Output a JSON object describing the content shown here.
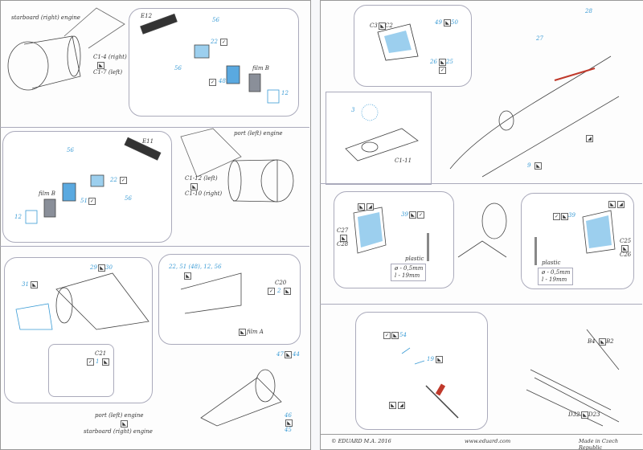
{
  "left_page": {
    "starboard_engine_title": "starboard (right) engine",
    "c1_4": "C1-4 (right)",
    "c1_7": "C1-7 (left)",
    "e12": "E12",
    "p56a": "56",
    "p56b": "56",
    "p22a": "22",
    "p48": "48",
    "filmB_a": "film B",
    "p12a": "12",
    "port_engine_title": "port (left) engine",
    "e11": "E11",
    "p56c": "56",
    "p56d": "56",
    "p22b": "22",
    "p51": "51",
    "filmB_b": "film B",
    "p12b": "12",
    "c1_12": "C1-12 (left)",
    "c1_10": "C1-10 (right)",
    "p29_30": [
      "29",
      "30"
    ],
    "p31": "31",
    "c21": "C21",
    "p1": "1",
    "callout_list": "22, 51 (48), 12, 56",
    "c20": "C20",
    "p2": "2",
    "filmA": "film A",
    "p47_44": [
      "47",
      "44"
    ],
    "p46_45": [
      "46",
      "45"
    ],
    "port_label": "port (left) engine",
    "starboard_label": "starboard (right) engine"
  },
  "right_page": {
    "c3_c2": [
      "C3",
      "C2"
    ],
    "p49_50": [
      "49",
      "50"
    ],
    "p26_25": [
      "26",
      "25"
    ],
    "p27": "27",
    "p28": "28",
    "p3": "3",
    "c1_11": "C1-11",
    "p9": "9",
    "c27": "C27",
    "c28": "C28",
    "p39a": "39",
    "p39b": "39",
    "plastic_a": "plastic",
    "plastic_b": "plastic",
    "dia_a": "ø - 0,5mm",
    "len_a": "l - 19mm",
    "dia_b": "ø - 0,5mm",
    "len_b": "l - 19mm",
    "c25": "C25",
    "c26": "C26",
    "p54": "54",
    "p19": "19",
    "b4_b2": [
      "B4",
      "B2"
    ],
    "d32_d23": [
      "D32",
      "D23"
    ]
  },
  "footer": {
    "copyright": "© EDUARD  M.A. 2016",
    "url": "www.eduard.com",
    "made_in": "Made in Czech Republic"
  },
  "colors": {
    "part_blue": "#3a9bd5",
    "red_part": "#c0392b",
    "film_gray": "#8a8f99"
  }
}
